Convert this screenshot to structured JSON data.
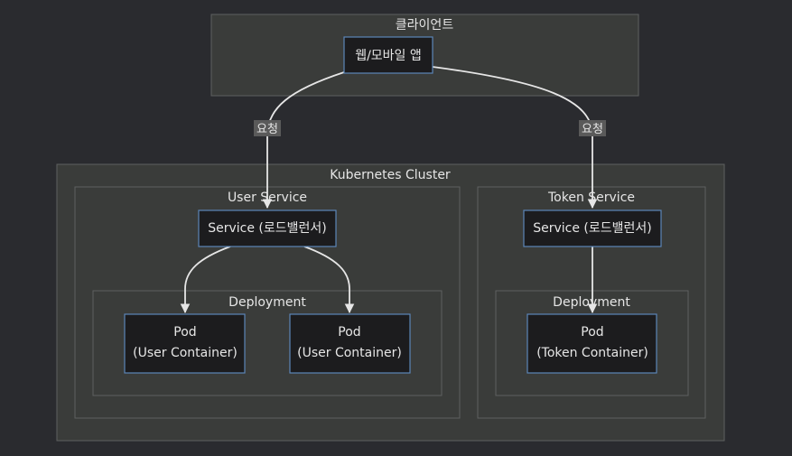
{
  "clusters": {
    "client": "클라이언트",
    "k8s": "Kubernetes Cluster",
    "user_service": "User Service",
    "token_service": "Token Service",
    "user_deployment": "Deployment",
    "token_deployment": "Deployment"
  },
  "nodes": {
    "app": "웹/모바일 앱",
    "user_svc": "Service (로드밸런서)",
    "token_svc": "Service (로드밸런서)",
    "user_pod1": [
      "Pod",
      "(User Container)"
    ],
    "user_pod2": [
      "Pod",
      "(User Container)"
    ],
    "token_pod": [
      "Pod",
      "(Token Container)"
    ]
  },
  "edges": {
    "req_user": "요청",
    "req_token": "요청"
  }
}
